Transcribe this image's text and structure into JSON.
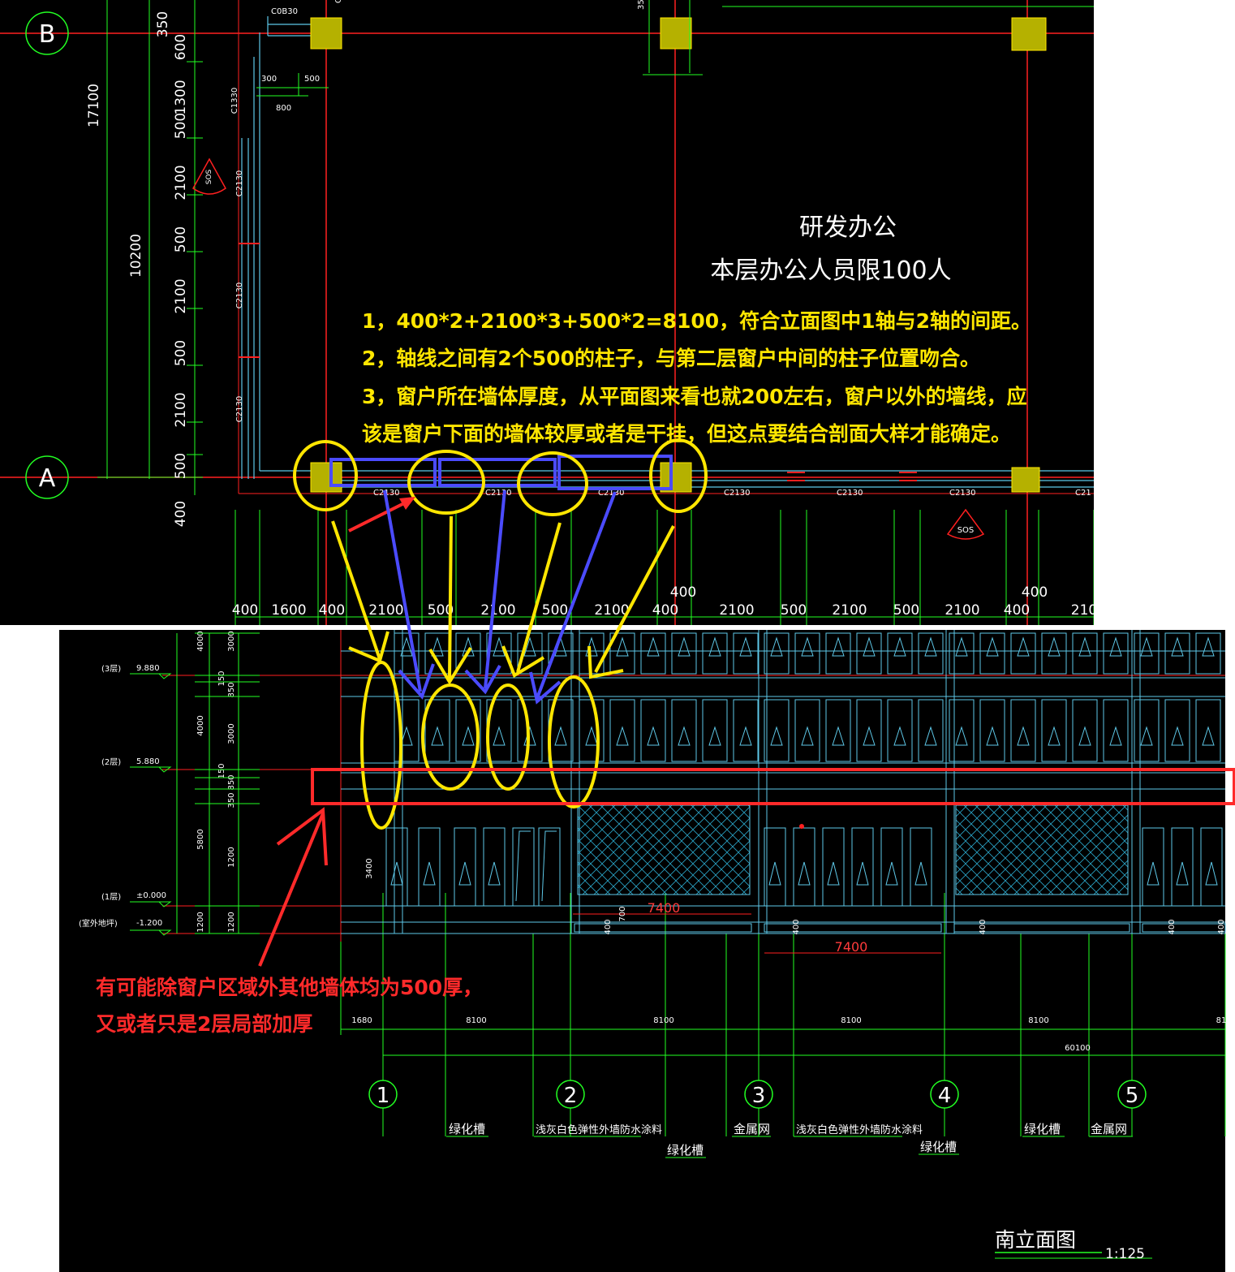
{
  "plan": {
    "grid_bubbles": [
      "B",
      "A"
    ],
    "room_name": "研发办公",
    "room_note": "本层办公人员限100人",
    "left_dims_outer": [
      "17100",
      "10200"
    ],
    "left_dims_inner": [
      "350",
      "600",
      "1300",
      "500",
      "2100",
      "500",
      "2100",
      "500",
      "2100",
      "500",
      "400"
    ],
    "top_labels": [
      "C0B30",
      "35",
      "C"
    ],
    "corner_dims": [
      "300",
      "500",
      "800"
    ],
    "window_tags_vertical": [
      "C1330",
      "C2130",
      "C2130",
      "C2130"
    ],
    "window_tags_bottom": [
      "C2130",
      "C2130",
      "C2130",
      "C2130",
      "C2130",
      "C2130",
      "C21"
    ],
    "sos_tags": [
      "SOS",
      "SOS"
    ],
    "bottom_dims": [
      "400",
      "1600",
      "400",
      "2100",
      "500",
      "2100",
      "500",
      "2100",
      "400",
      "2100",
      "500",
      "2100",
      "500",
      "2100",
      "400",
      "210"
    ],
    "bottom_dims_upper": [
      "400",
      "400"
    ]
  },
  "notes_yellow": [
    "1，400*2+2100*3+500*2=8100，符合立面图中1轴与2轴的间距。",
    "2，轴线之间有2个500的柱子，与第二层窗户中间的柱子位置吻合。",
    "3，窗户所在墙体厚度，从平面图来看也就200左右，窗户以外的墙线，应",
    "该是窗户下面的墙体较厚或者是干挂，但这点要结合剖面大样才能确定。"
  ],
  "elevation": {
    "floor_labels": [
      "(3层)",
      "(2层)",
      "(1层)",
      "(室外地坪)"
    ],
    "level_values": [
      "9.880",
      "5.880",
      "±0.000",
      "-1.200"
    ],
    "side_dims": [
      "4000",
      "3000",
      "150",
      "850",
      "4000",
      "3000",
      "150",
      "850",
      "5800",
      "350",
      "1200",
      "1200",
      "1200"
    ],
    "dim_3400": "3400",
    "dims_7400": [
      "7400",
      "7400"
    ],
    "small_dims": [
      "400",
      "700",
      "400",
      "400",
      "400",
      "400"
    ],
    "bay_dims": [
      "1680",
      "8100",
      "8100",
      "8100",
      "8100",
      "81"
    ],
    "total_dim": "60100",
    "axis_bubbles": [
      "1",
      "2",
      "3",
      "4",
      "5"
    ],
    "material_labels": [
      "绿化槽",
      "浅灰白色弹性外墙防水涂料",
      "绿化槽",
      "金属网",
      "浅灰白色弹性外墙防水涂料",
      "绿化槽",
      "绿化槽",
      "金属网"
    ],
    "title": "南立面图",
    "scale": "1:125"
  },
  "notes_red": [
    "有可能除窗户区域外其他墙体均为500厚，",
    "又或者只是2层局部加厚"
  ],
  "colors": {
    "background": "#000000",
    "grid_red": "#ff2020",
    "dim_green": "#22ff22",
    "wall_cyan": "#5ec8e8",
    "column_fill": "#b5b100",
    "annotation_yellow": "#ffe600",
    "annotation_blue": "#4b4bff",
    "annotation_red": "#ff2a2a"
  }
}
